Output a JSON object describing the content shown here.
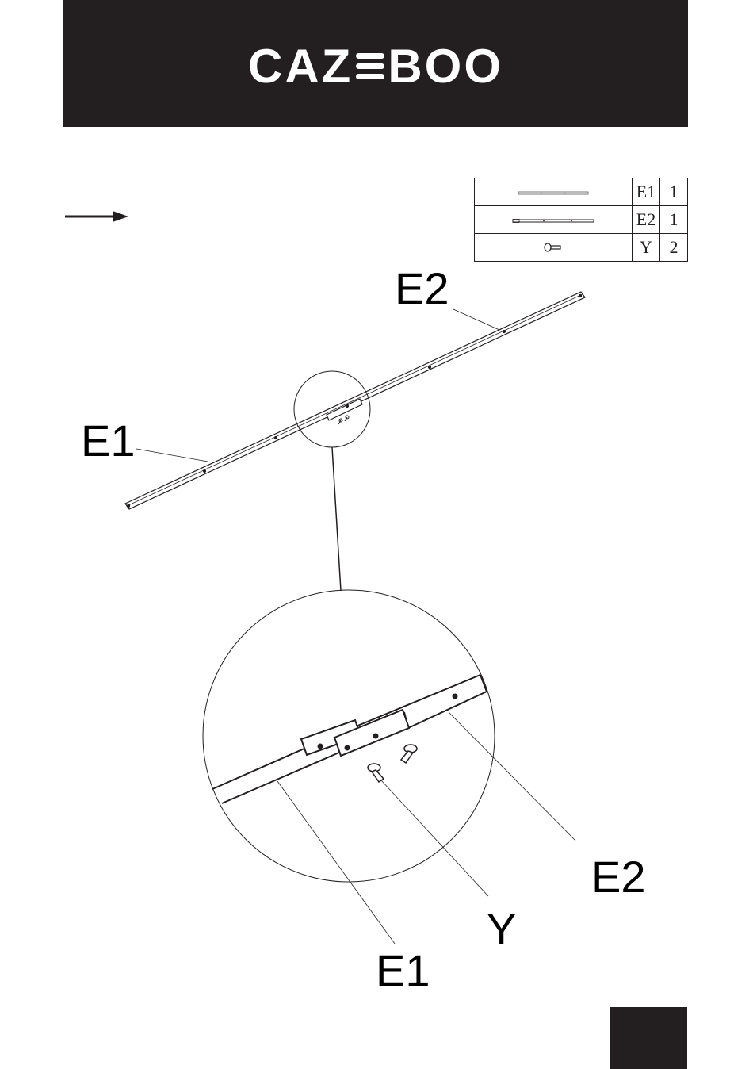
{
  "brand": {
    "left": "CAZ",
    "right": "BOO"
  },
  "parts": [
    {
      "code": "E1",
      "qty": "1",
      "icon": "rod-e1-icon"
    },
    {
      "code": "E2",
      "qty": "1",
      "icon": "rod-e2-icon"
    },
    {
      "code": "Y",
      "qty": "2",
      "icon": "screw-icon"
    }
  ],
  "callouts": {
    "top_e2": "E2",
    "top_e1": "E1",
    "detail_e2": "E2",
    "detail_y": "Y",
    "detail_e1": "E1"
  },
  "colors": {
    "ink": "#231f20",
    "paper": "#ffffff"
  }
}
